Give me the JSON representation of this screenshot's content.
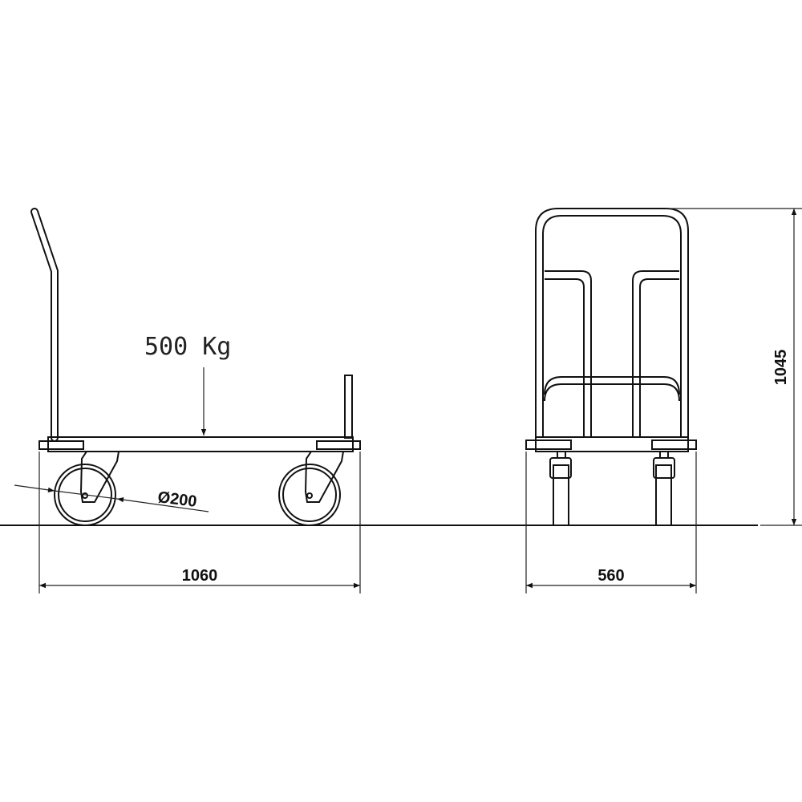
{
  "side_view": {
    "load_label": "500 Kg",
    "wheel_diameter_label": "Ø200",
    "length_label": "1060"
  },
  "front_view": {
    "width_label": "560",
    "height_label": "1045"
  },
  "line_color": "#111111"
}
